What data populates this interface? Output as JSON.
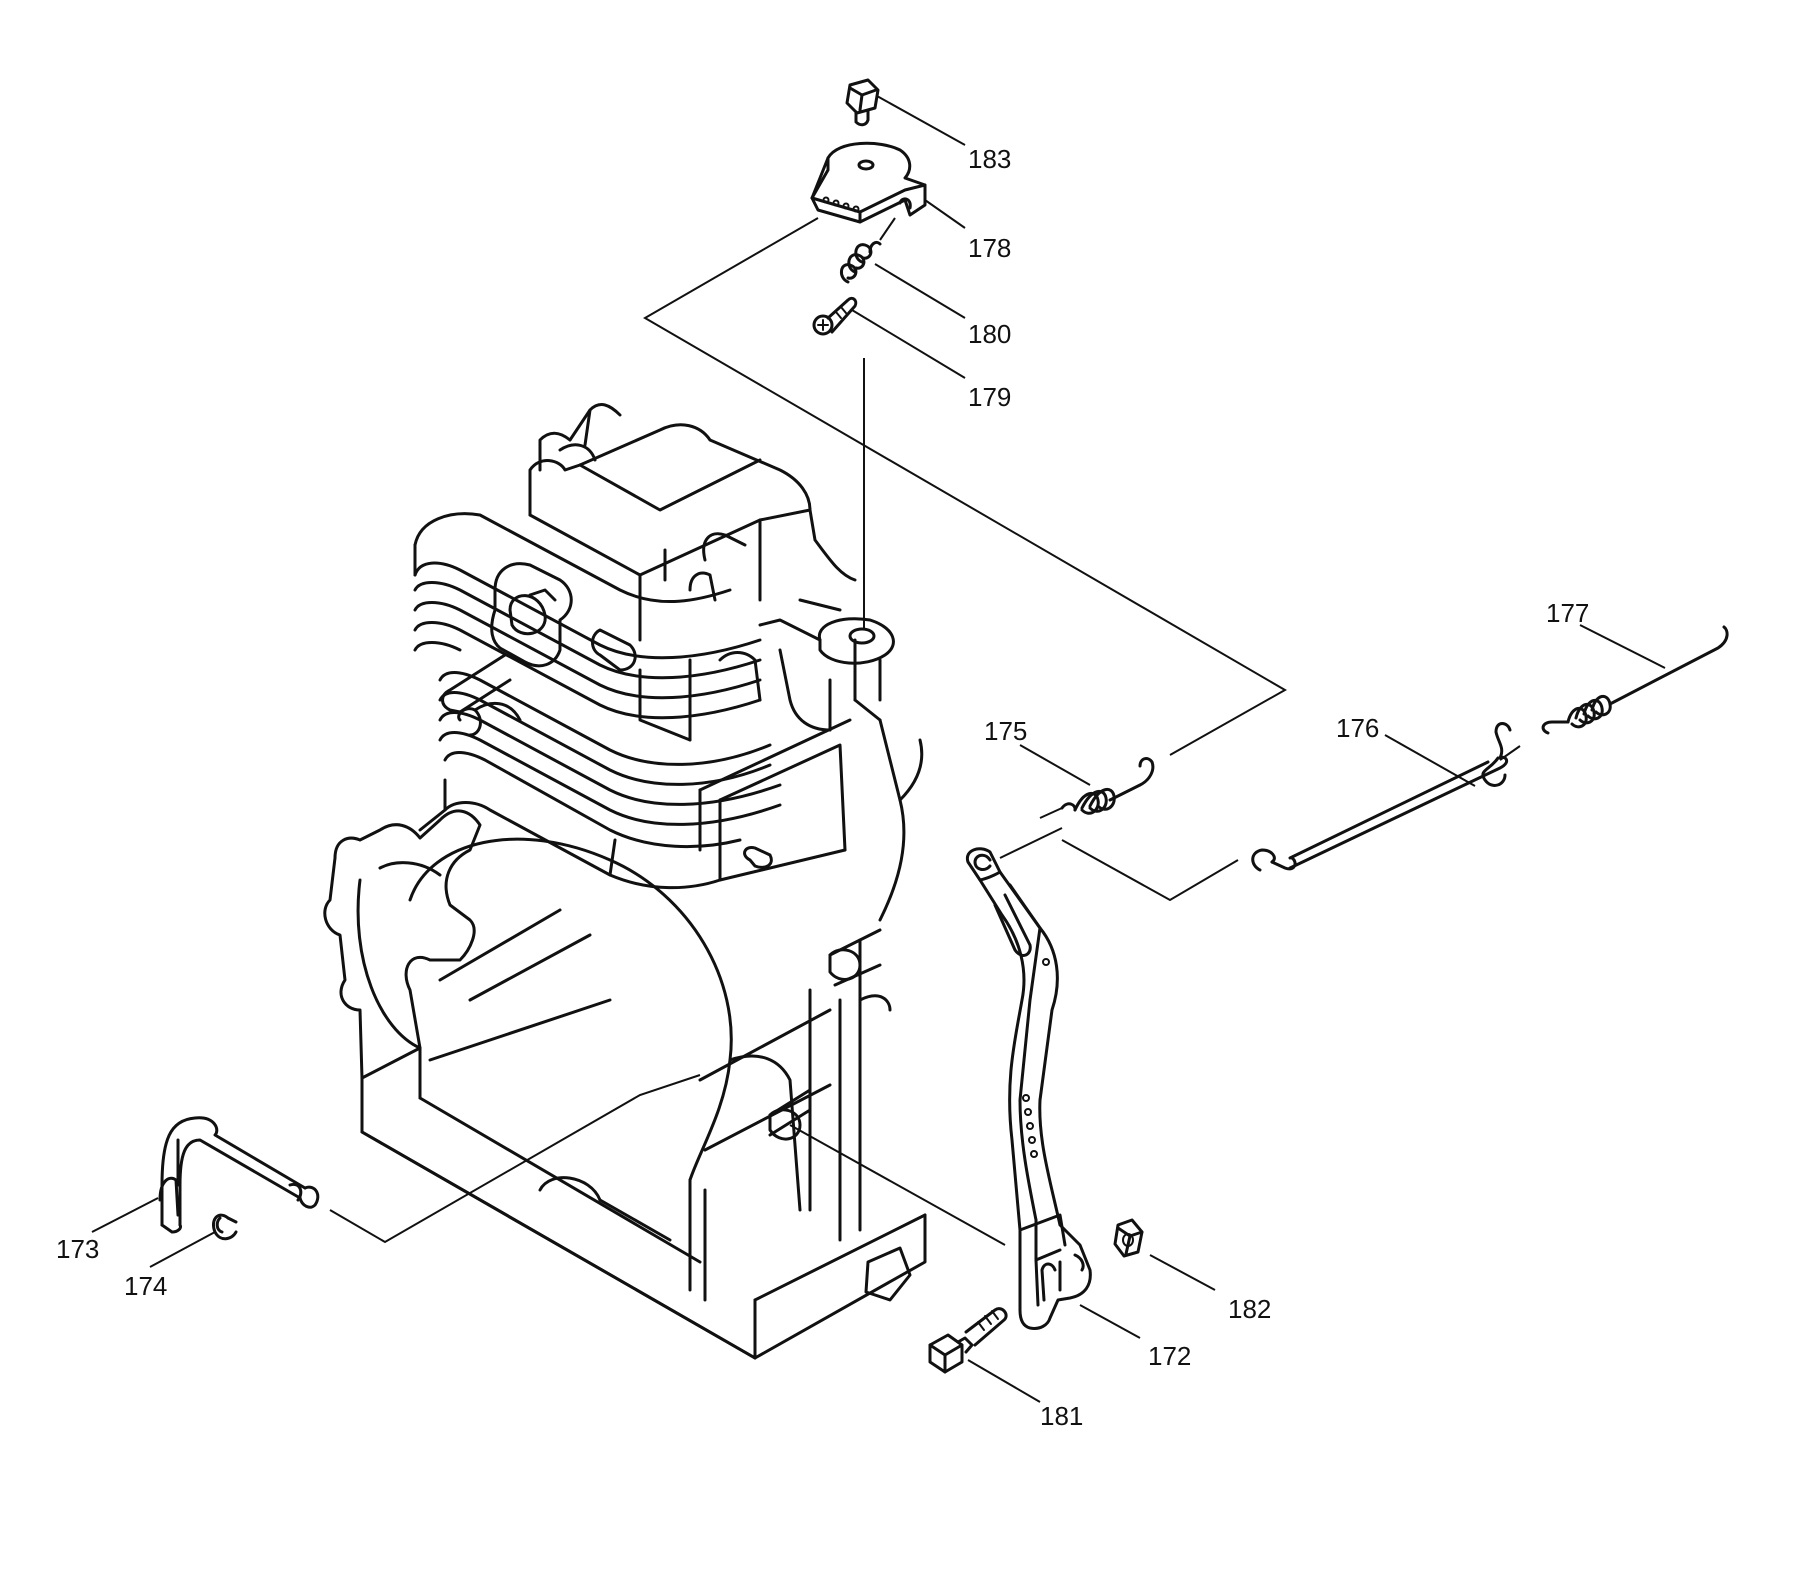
{
  "callouts": {
    "c183": "183",
    "c178": "178",
    "c180": "180",
    "c179": "179",
    "c177": "177",
    "c175": "175",
    "c176": "176",
    "c173": "173",
    "c174": "174",
    "c182": "182",
    "c172": "172",
    "c181": "181"
  },
  "colors": {
    "line": "#111111",
    "background": "#ffffff"
  }
}
